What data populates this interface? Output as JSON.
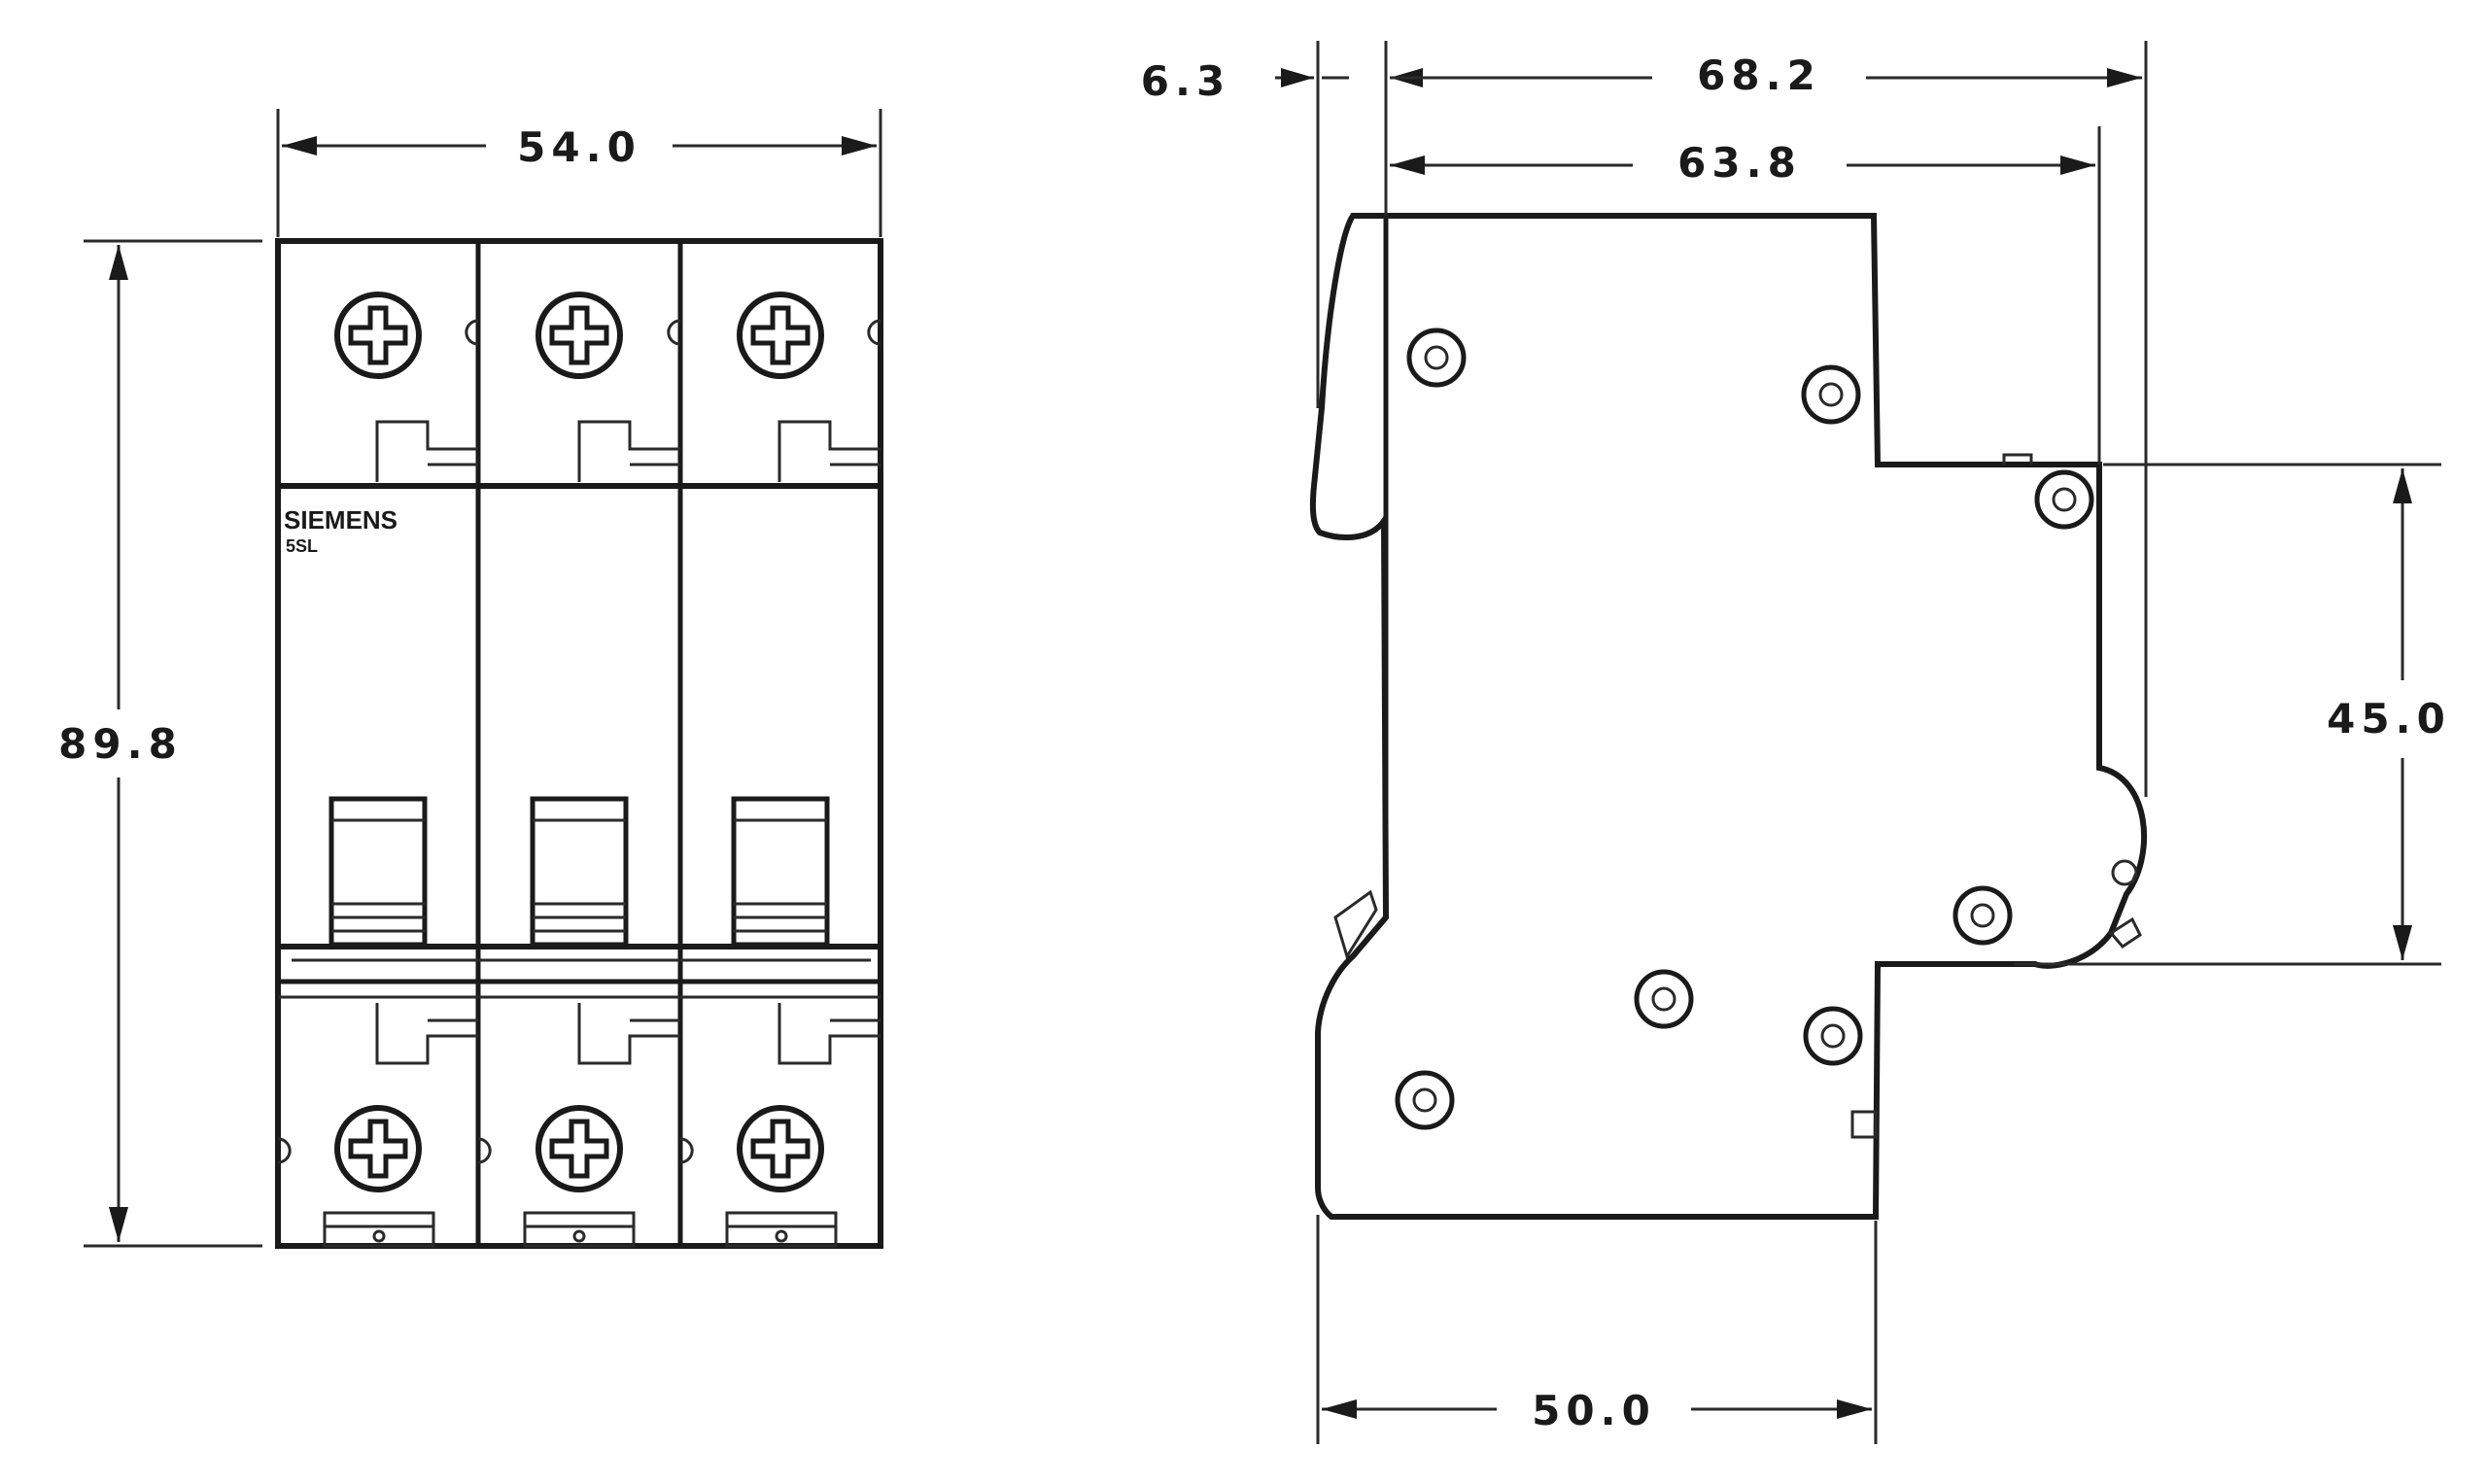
{
  "front_view": {
    "brand": "SIEMENS",
    "model": "5SL",
    "width_label": "54.0",
    "height_label": "89.8",
    "poles": 3
  },
  "side_view": {
    "clip_offset_label": "6.3",
    "total_depth_label": "68.2",
    "depth_label": "63.8",
    "front_face_height_label": "45.0",
    "rail_width_label": "50.0"
  },
  "colors": {
    "line": "#1a1a1a",
    "background": "#ffffff"
  }
}
